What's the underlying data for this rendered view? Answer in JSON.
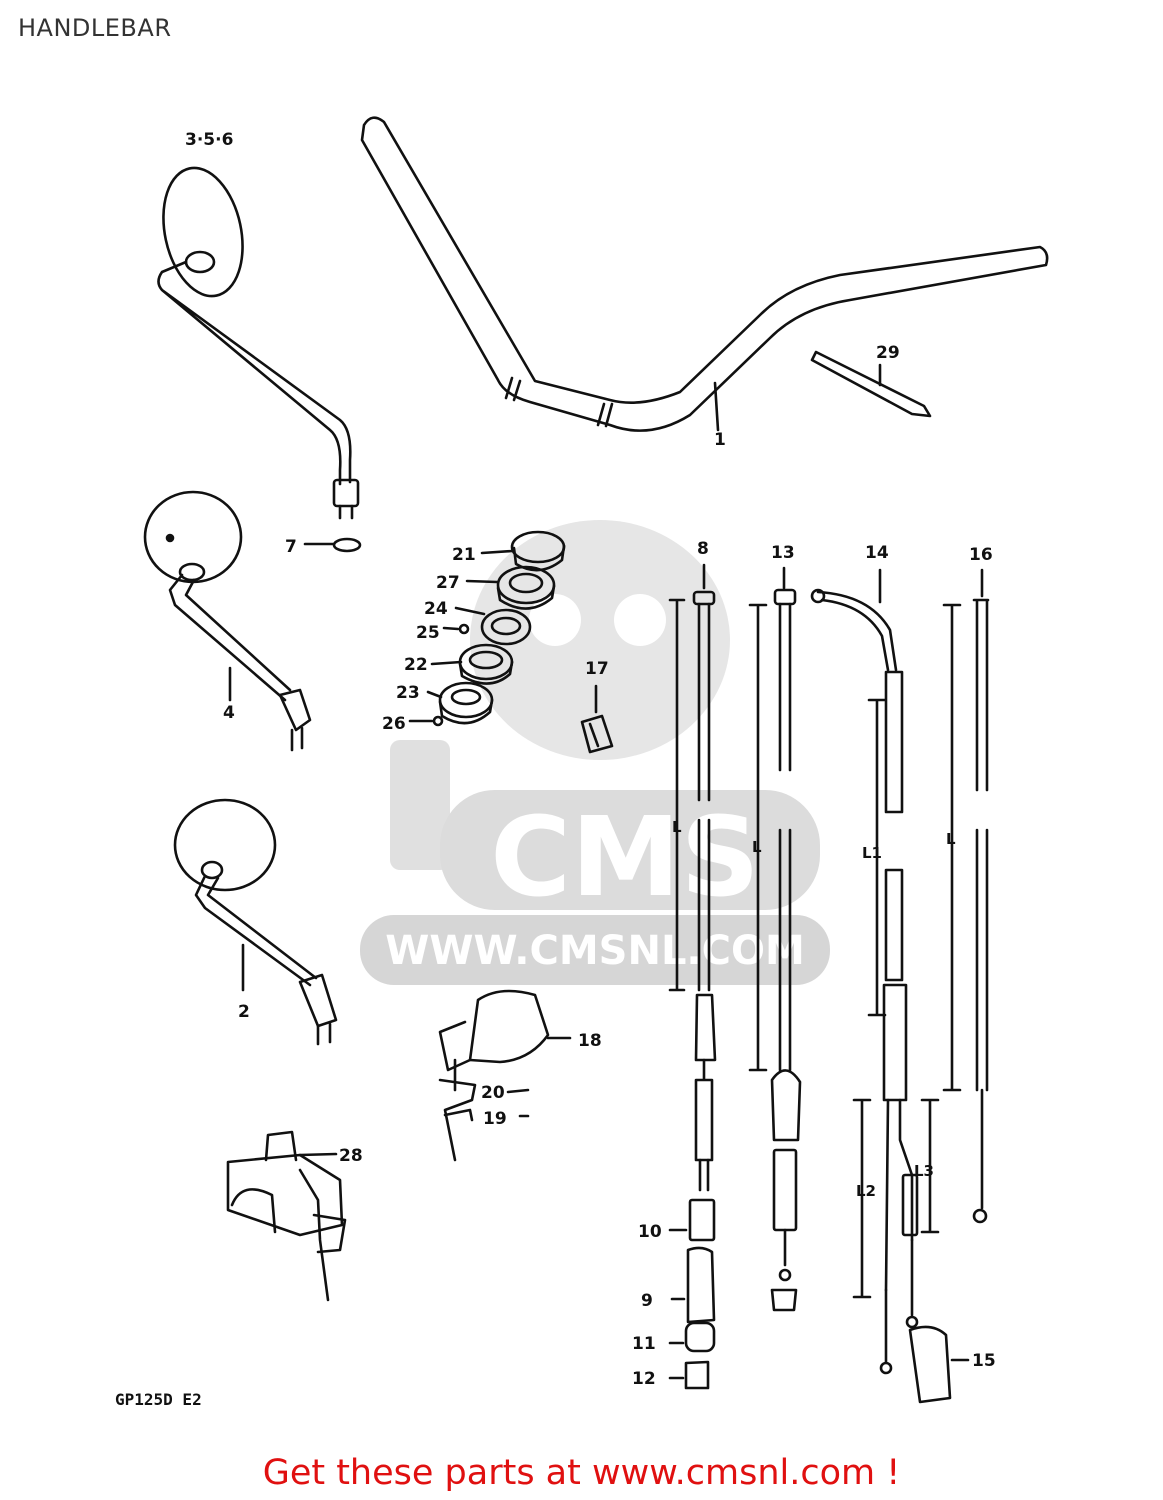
{
  "page": {
    "title": "HANDLEBAR",
    "model_code": "GP125D E2",
    "footer": "Get these parts at www.cmsnl.com !"
  },
  "watermark": {
    "brand": "CMS",
    "url": "WWW.CMSNL.COM",
    "color": "#d8d8d8"
  },
  "callouts": {
    "c1": "1",
    "c2": "2",
    "c356": "3·5·6",
    "c4": "4",
    "c7": "7",
    "c8": "8",
    "c9": "9",
    "c10": "10",
    "c11": "11",
    "c12": "12",
    "c13": "13",
    "c14": "14",
    "c15": "15",
    "c16": "16",
    "c17": "17",
    "c18": "18",
    "c19": "19",
    "c20": "20",
    "c21": "21",
    "c22": "22",
    "c23": "23",
    "c24": "24",
    "c25": "25",
    "c26": "26",
    "c27": "27",
    "c28": "28",
    "c29": "29"
  },
  "dimensions": {
    "L": "L",
    "L1": "L1",
    "L2": "L2",
    "L3": "L3"
  },
  "colors": {
    "line": "#111111",
    "footer_text": "#e01010",
    "title_text": "#333333"
  }
}
